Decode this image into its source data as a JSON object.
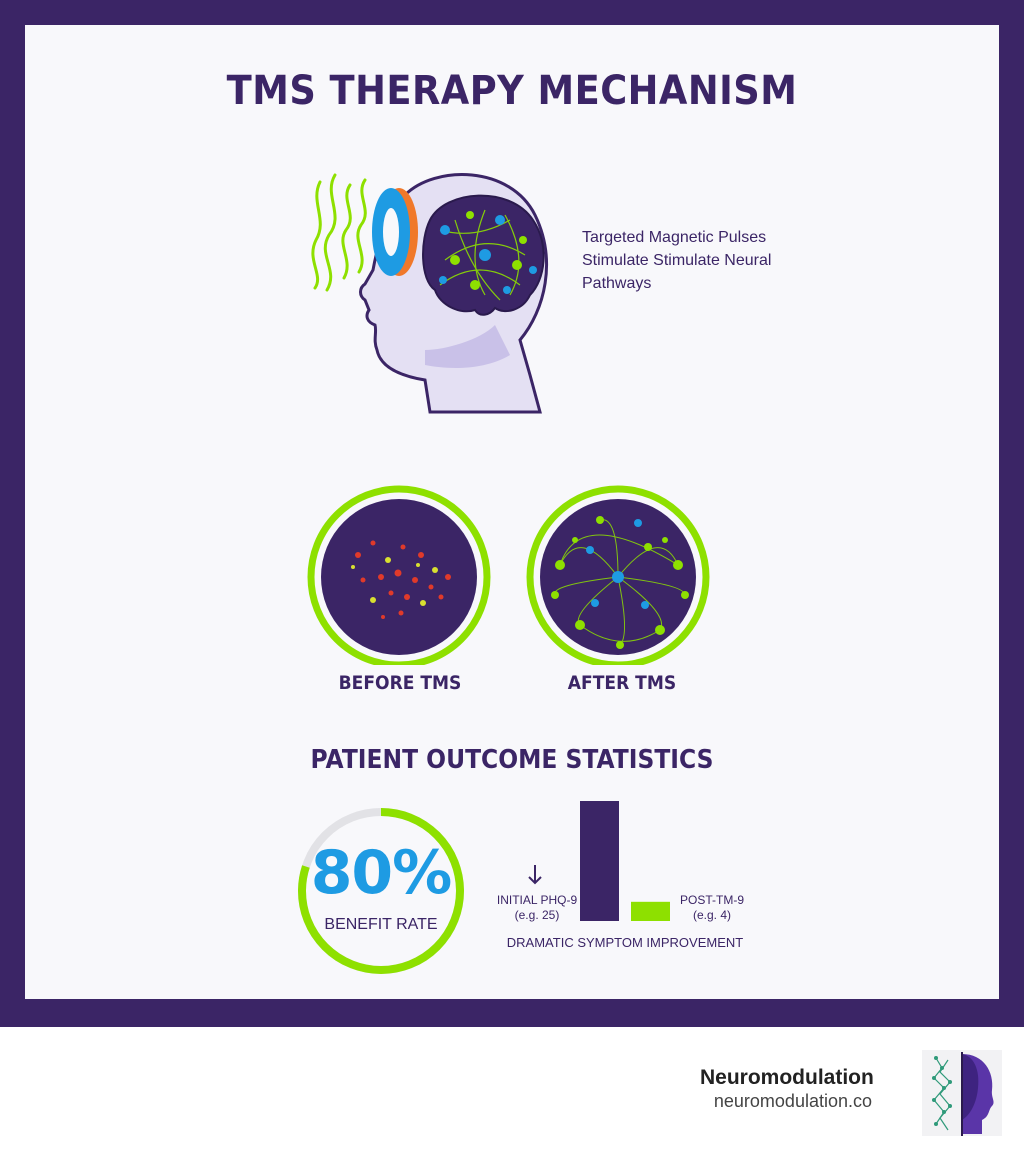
{
  "title": "TMS THERAPY MECHANISM",
  "mechanism": {
    "description": "Targeted Magnetic Pulses Stimulate Stimulate Neural Pathways"
  },
  "comparison": {
    "before_label": "BEFORE TMS",
    "after_label": "AFTER TMS"
  },
  "statistics": {
    "title": "PATIENT OUTCOME STATISTICS",
    "benefit_value": "80%",
    "benefit_fraction": 0.8,
    "benefit_label": "BENEFIT RATE",
    "bars": [
      {
        "label": "INITIAL PHQ-9",
        "sublabel": "(e.g. 25)",
        "value": 25
      },
      {
        "label": "POST-TM-9",
        "sublabel": "(e.g. 4)",
        "value": 4
      }
    ],
    "caption": "DRAMATIC SYMPTOM IMPROVEMENT"
  },
  "brand": {
    "name": "Neuromodulation",
    "url": "neuromodulation.co"
  },
  "colors": {
    "frame": "#3b2566",
    "accent_green": "#8ee000",
    "accent_blue": "#1e9be3",
    "coil_orange": "#f0782a",
    "text": "#3b2566"
  }
}
